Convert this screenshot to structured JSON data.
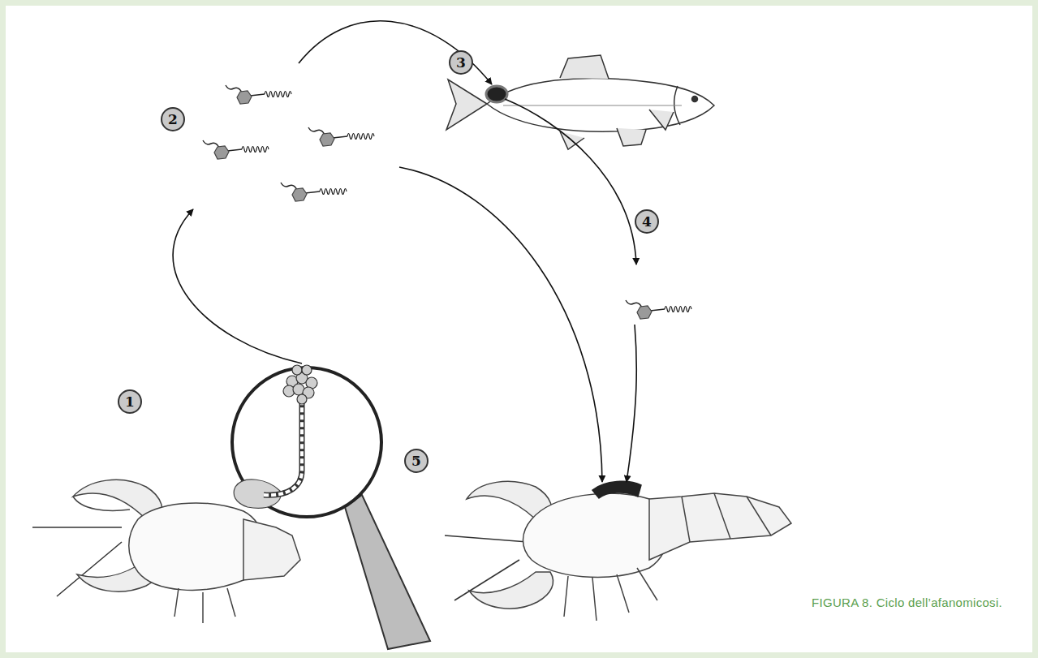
{
  "diagram": {
    "caption": "FIGURA 8. Ciclo dell’afanomicosi.",
    "labels": [
      "1",
      "2",
      "3",
      "4",
      "5"
    ]
  }
}
